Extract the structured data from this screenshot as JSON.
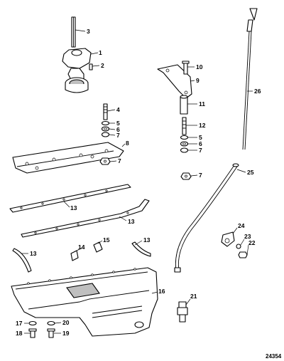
{
  "figure_number": "24354",
  "callouts": {
    "c1": "1",
    "c2": "2",
    "c3": "3",
    "c4": "4",
    "c5a": "5",
    "c6a": "6",
    "c7a": "7",
    "c8": "8",
    "c7b": "7",
    "c9": "9",
    "c10": "10",
    "c11": "11",
    "c12": "12",
    "c5b": "5",
    "c6b": "6",
    "c7c": "7",
    "c7d": "7",
    "c13a": "13",
    "c13b": "13",
    "c13c": "13",
    "c13d": "13",
    "c14": "14",
    "c15": "15",
    "c16": "16",
    "c17": "17",
    "c18": "18",
    "c19": "19",
    "c20": "20",
    "c21": "21",
    "c22": "22",
    "c23": "23",
    "c24": "24",
    "c25": "25",
    "c26": "26"
  }
}
